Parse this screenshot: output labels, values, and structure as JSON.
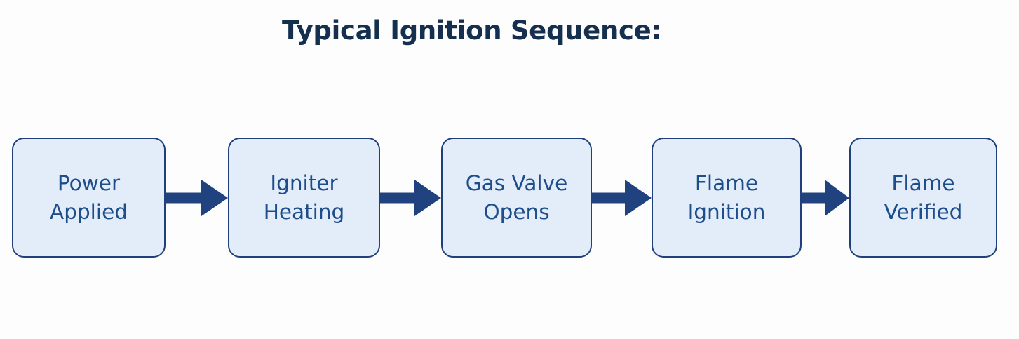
{
  "page": {
    "background_color": "#fdfdfd"
  },
  "title": {
    "text": "Typical Ignition Sequence:",
    "color": "#152f4e"
  },
  "theme": {
    "node_fill": "#e2edf9",
    "node_border": "#20407c",
    "node_text": "#1e4d8c",
    "arrow_color": "#20427f"
  },
  "flow": {
    "type": "linear-sequence",
    "direction": "left-to-right",
    "nodes": [
      {
        "id": "power-applied",
        "line1": "Power",
        "line2": "Applied"
      },
      {
        "id": "igniter-heating",
        "line1": "Igniter",
        "line2": "Heating"
      },
      {
        "id": "gas-valve-opens",
        "line1": "Gas Valve",
        "line2": "Opens"
      },
      {
        "id": "flame-ignition",
        "line1": "Flame",
        "line2": "Ignition"
      },
      {
        "id": "flame-verified",
        "line1": "Flame",
        "line2": "Verified"
      }
    ],
    "connectors": [
      {
        "id": "arrow-1",
        "from": "power-applied",
        "to": "igniter-heating",
        "glyph": "arrow-right-icon"
      },
      {
        "id": "arrow-2",
        "from": "igniter-heating",
        "to": "gas-valve-opens",
        "glyph": "arrow-right-icon"
      },
      {
        "id": "arrow-3",
        "from": "gas-valve-opens",
        "to": "flame-ignition",
        "glyph": "arrow-right-icon"
      },
      {
        "id": "arrow-4",
        "from": "flame-ignition",
        "to": "flame-verified",
        "glyph": "arrow-right-icon"
      }
    ]
  }
}
